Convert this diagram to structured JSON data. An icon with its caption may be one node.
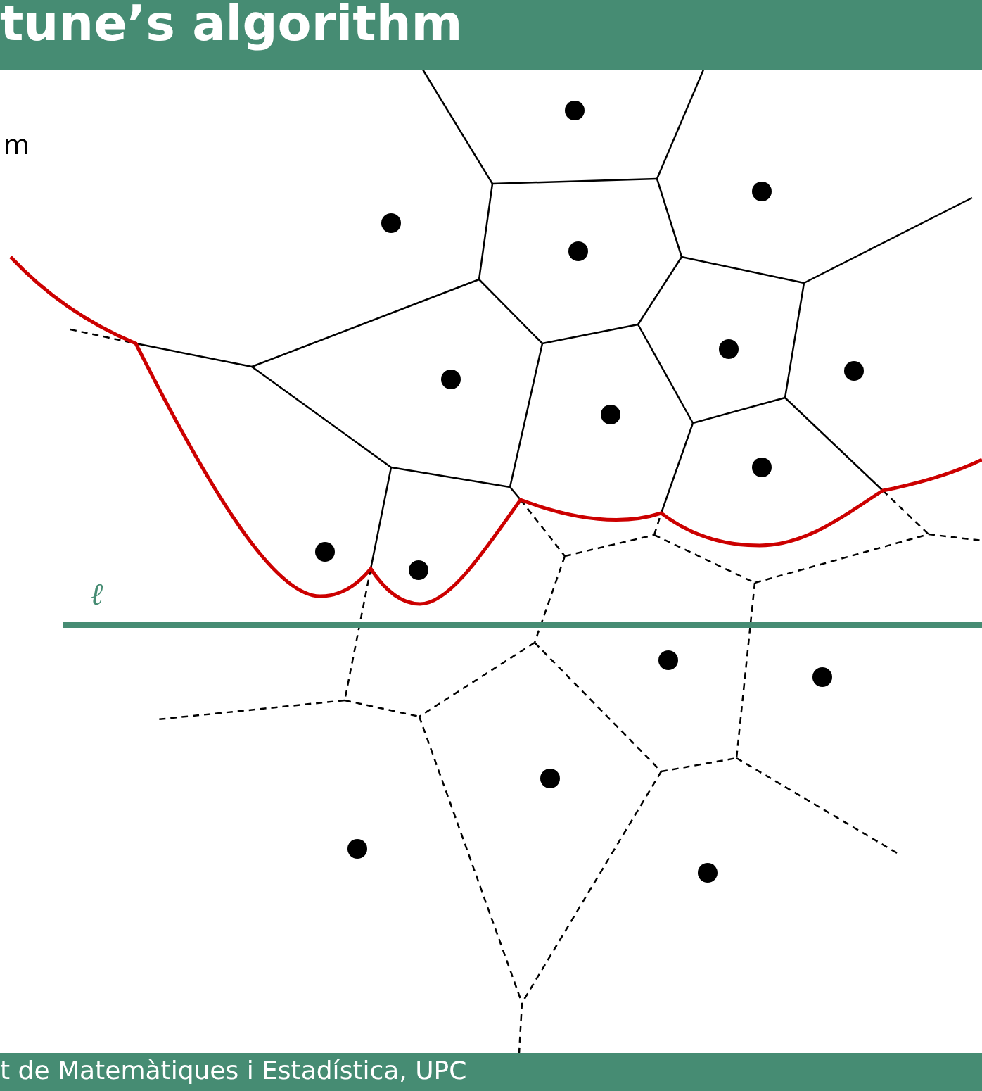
{
  "diagram": {
    "title": "tune’s algorithm",
    "labels": [
      "m",
      "ℓ"
    ],
    "caption": "t de Matemàtiques i Estadística, UPC"
  }
}
